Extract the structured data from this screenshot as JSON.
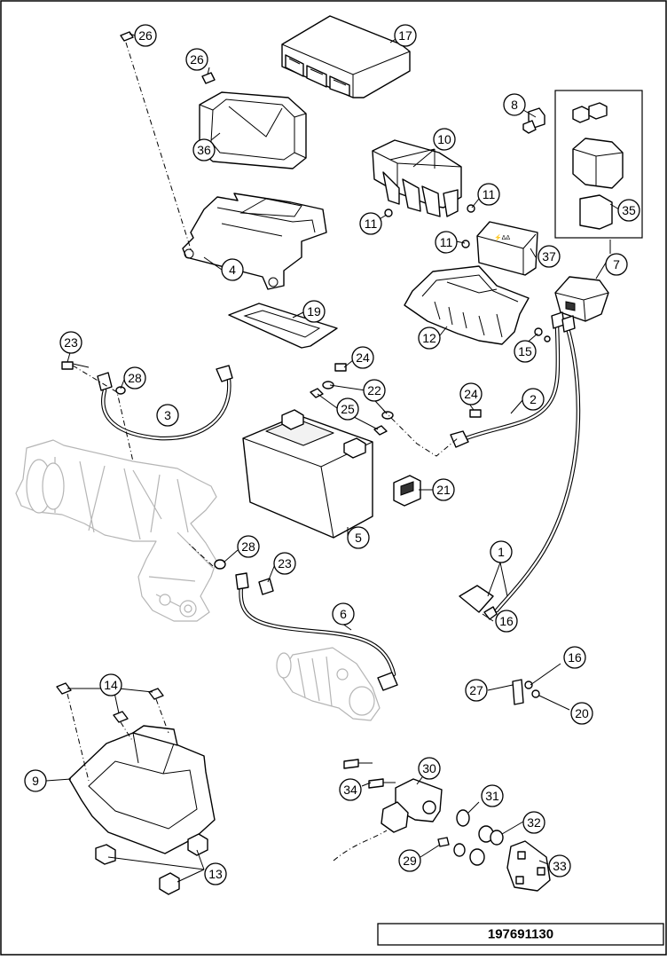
{
  "diagram": {
    "drawing_number": "197691130",
    "callouts": [
      {
        "key": "c26a",
        "label": "26"
      },
      {
        "key": "c26b",
        "label": "26"
      },
      {
        "key": "c17",
        "label": "17"
      },
      {
        "key": "c36",
        "label": "36"
      },
      {
        "key": "c8",
        "label": "8"
      },
      {
        "key": "c10",
        "label": "10"
      },
      {
        "key": "c35",
        "label": "35"
      },
      {
        "key": "c11a",
        "label": "11"
      },
      {
        "key": "c11b",
        "label": "11"
      },
      {
        "key": "c11c",
        "label": "11"
      },
      {
        "key": "c37",
        "label": "37"
      },
      {
        "key": "c4",
        "label": "4"
      },
      {
        "key": "c7",
        "label": "7"
      },
      {
        "key": "c19",
        "label": "19"
      },
      {
        "key": "c12",
        "label": "12"
      },
      {
        "key": "c15",
        "label": "15"
      },
      {
        "key": "c23a",
        "label": "23"
      },
      {
        "key": "c24a",
        "label": "24"
      },
      {
        "key": "c28a",
        "label": "28"
      },
      {
        "key": "c22",
        "label": "22"
      },
      {
        "key": "c2",
        "label": "2"
      },
      {
        "key": "c3",
        "label": "3"
      },
      {
        "key": "c25",
        "label": "25"
      },
      {
        "key": "c24b",
        "label": "24"
      },
      {
        "key": "c21",
        "label": "21"
      },
      {
        "key": "c5",
        "label": "5"
      },
      {
        "key": "c1",
        "label": "1"
      },
      {
        "key": "c28b",
        "label": "28"
      },
      {
        "key": "c23b",
        "label": "23"
      },
      {
        "key": "c16a",
        "label": "16"
      },
      {
        "key": "c6",
        "label": "6"
      },
      {
        "key": "c16b",
        "label": "16"
      },
      {
        "key": "c14",
        "label": "14"
      },
      {
        "key": "c27",
        "label": "27"
      },
      {
        "key": "c20",
        "label": "20"
      },
      {
        "key": "c9",
        "label": "9"
      },
      {
        "key": "c30",
        "label": "30"
      },
      {
        "key": "c34",
        "label": "34"
      },
      {
        "key": "c31",
        "label": "31"
      },
      {
        "key": "c32",
        "label": "32"
      },
      {
        "key": "c29",
        "label": "29"
      },
      {
        "key": "c33",
        "label": "33"
      },
      {
        "key": "c13",
        "label": "13"
      }
    ]
  }
}
